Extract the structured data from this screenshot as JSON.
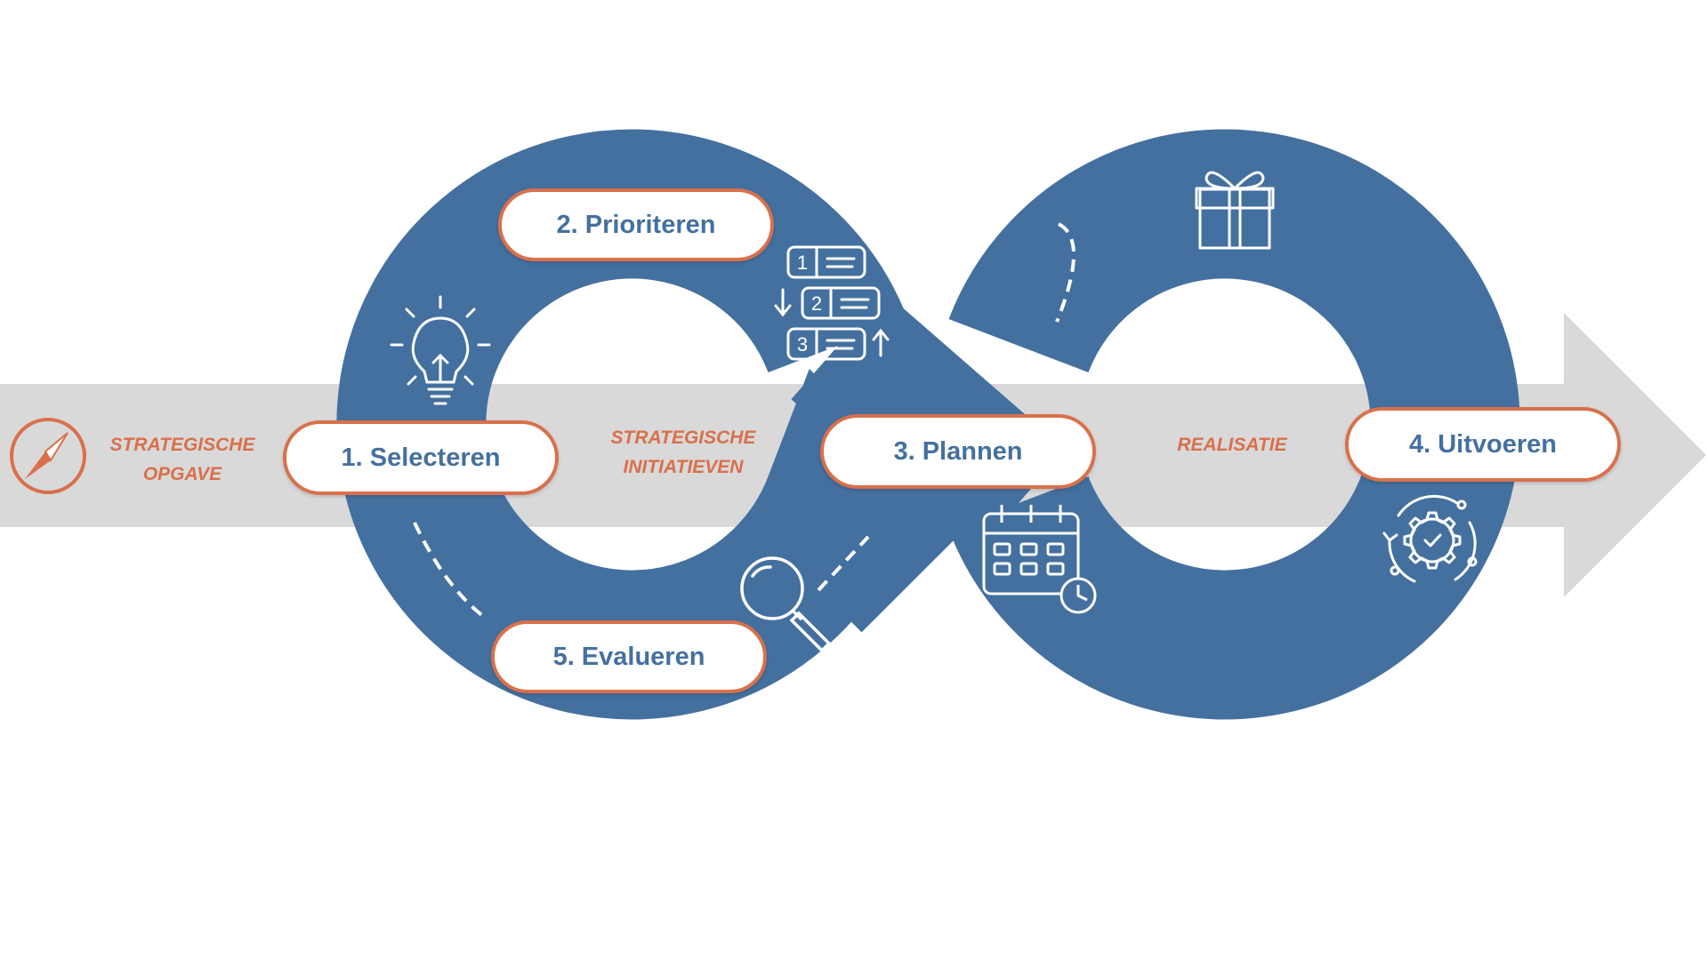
{
  "colors": {
    "loop": "#44709f",
    "band": "#d9d9d9",
    "accent": "#d9704b",
    "step_text": "#44709f",
    "icon": "#ffffff"
  },
  "labels": {
    "strategic_task": [
      "STRATEGISCHE",
      "OPGAVE"
    ],
    "strategic_initiatives": [
      "STRATEGISCHE",
      "INITIATIEVEN"
    ],
    "realisation": "REALISATIE"
  },
  "steps": [
    {
      "id": "select",
      "label": "1. Selecteren"
    },
    {
      "id": "prioritize",
      "label": "2. Prioriteren"
    },
    {
      "id": "plan",
      "label": "3. Plannen"
    },
    {
      "id": "execute",
      "label": "4. Uitvoeren"
    },
    {
      "id": "evaluate",
      "label": "5. Evalueren"
    }
  ],
  "priority_list_numbers": [
    "1",
    "2",
    "3"
  ],
  "icons": [
    {
      "name": "compass-icon",
      "meaning": "strategic direction"
    },
    {
      "name": "lightbulb-icon",
      "meaning": "idea"
    },
    {
      "name": "ranked-list-icon",
      "meaning": "prioritization"
    },
    {
      "name": "gift-icon",
      "meaning": "delivery"
    },
    {
      "name": "calendar-clock-icon",
      "meaning": "planning"
    },
    {
      "name": "gear-cycle-icon",
      "meaning": "execution"
    },
    {
      "name": "magnifier-icon",
      "meaning": "evaluation"
    }
  ]
}
